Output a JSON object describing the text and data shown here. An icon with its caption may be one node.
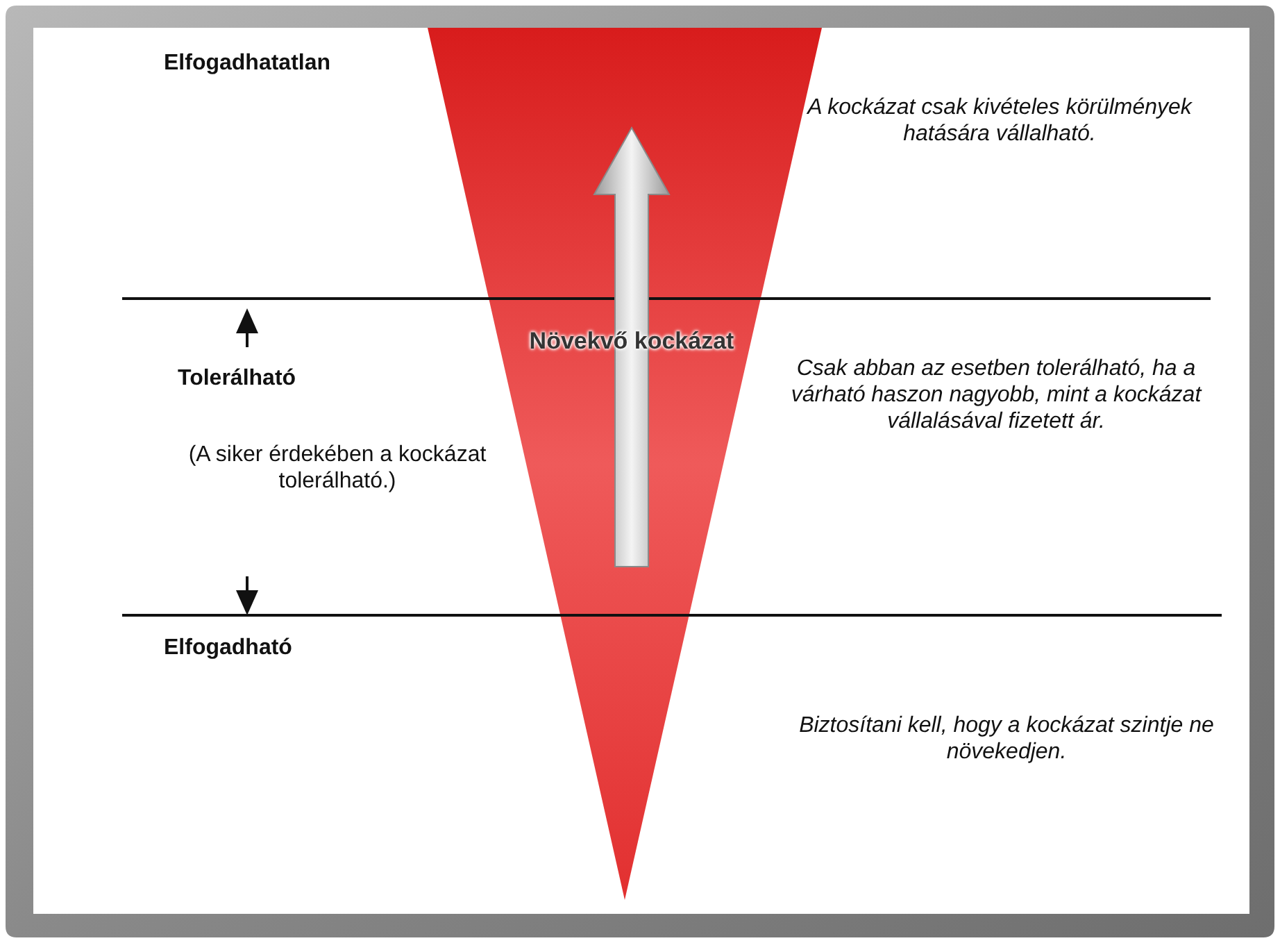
{
  "diagram": {
    "labels": [
      "Elfogadhatatlan",
      "A kockázat csak kivételes körülmények hatására vállalható.",
      "Növekvő kockázat",
      "Tolerálható",
      "Csak abban az esetben tolerálható, ha a várható haszon nagyobb, mint a kockázat vállalásával fizetett ár.",
      "(A siker érdekében a kockázat tolerálható.)",
      "Elfogadható",
      "Biztosítani kell, hogy a kockázat szintje ne növekedjen."
    ]
  }
}
